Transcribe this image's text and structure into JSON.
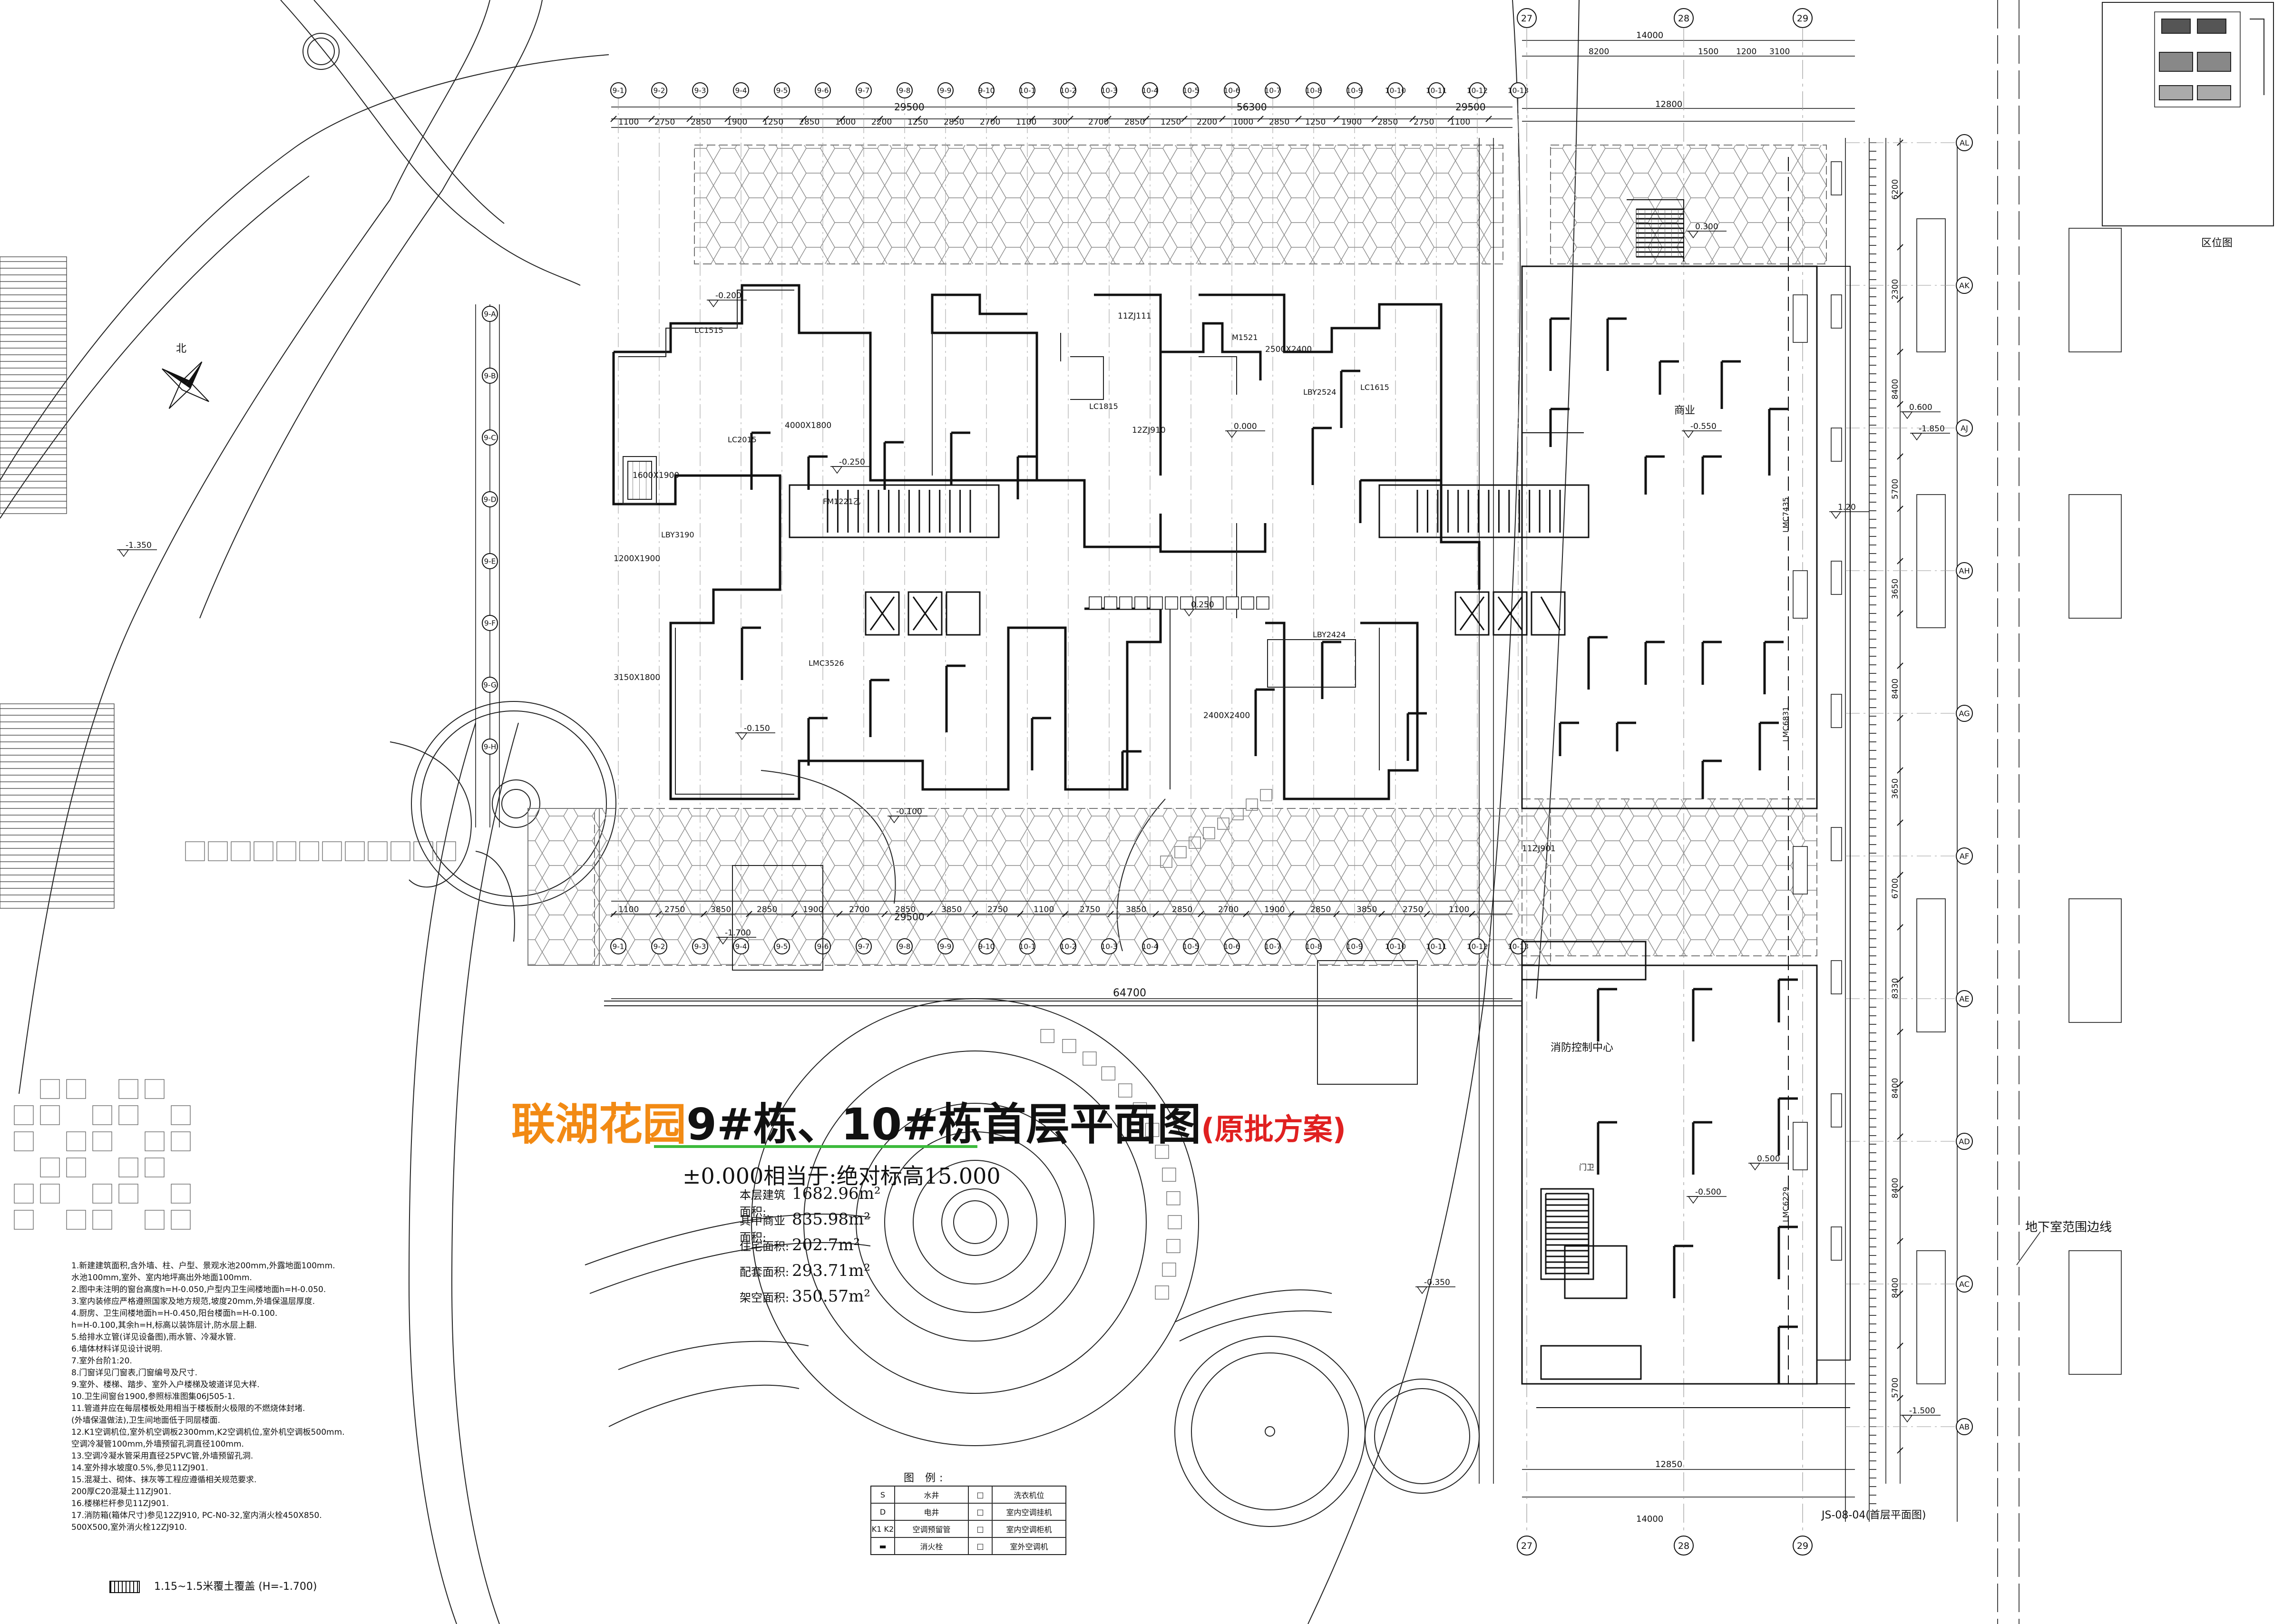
{
  "title": {
    "project": "联湖花园",
    "buildings": "9#栋、10#栋首层平面图",
    "status": "(原批方案)",
    "elevation_note": "±0.000相当于:绝对标高15.000"
  },
  "areas": [
    {
      "label": "本层建筑面积:",
      "value": "1682.96m²"
    },
    {
      "label": "其中商业面积:",
      "value": "835.98m²"
    },
    {
      "label": "住宅面积:",
      "value": "202.7m²"
    },
    {
      "label": "配套面积:",
      "value": "293.71m²"
    },
    {
      "label": "架空面积:",
      "value": "350.57m²"
    }
  ],
  "overall_dimensions": {
    "top_total": "56300",
    "top_left": "29500",
    "top_right": "29500",
    "bottom_total": "64700",
    "bottom_left": "29500",
    "right_top": "14000",
    "right_bottom": "14000",
    "right_sub_1": "12800",
    "right_sub_2": "12850"
  },
  "top_dims": [
    "1100",
    "2750",
    "2850",
    "1900",
    "1250",
    "2850",
    "1000",
    "2200",
    "1250",
    "2850",
    "2700",
    "1100",
    "300",
    "2700",
    "2850",
    "1250",
    "2200",
    "1000",
    "2850",
    "1250",
    "1900",
    "2850",
    "2750",
    "1100"
  ],
  "bottom_dims": [
    "1100",
    "2750",
    "3850",
    "2850",
    "1900",
    "2700",
    "2850",
    "3850",
    "2750",
    "1100",
    "2750",
    "3850",
    "2850",
    "2700",
    "1900",
    "2850",
    "3850",
    "2750",
    "1100"
  ],
  "right_dims": [
    "8200",
    "1500",
    "1200",
    "3100"
  ],
  "side_dims_right": [
    "6200",
    "2300",
    "8400",
    "5700",
    "3650",
    "8400",
    "3650",
    "6700",
    "8330",
    "8400",
    "8400",
    "8400",
    "5700"
  ],
  "grid_axes_top": [
    "27",
    "28",
    "29"
  ],
  "grid_axes_bottom": [
    "27",
    "28",
    "29"
  ],
  "grid_axes_right": [
    "AL",
    "AK",
    "AJ",
    "AH",
    "AG",
    "AF",
    "AE",
    "AD",
    "AC",
    "AB"
  ],
  "grid_axes_top_row": [
    "9-1",
    "9-2",
    "9-3",
    "9-4",
    "9-5",
    "9-6",
    "9-7",
    "9-8",
    "9-9",
    "9-10",
    "10-1",
    "10-2",
    "10-3",
    "10-4",
    "10-5",
    "10-6",
    "10-7",
    "10-8",
    "10-9",
    "10-10",
    "10-11",
    "10-12",
    "10-13"
  ],
  "grid_axes_left": [
    "9-A",
    "9-B",
    "9-C",
    "9-D",
    "9-E",
    "9-F",
    "9-G",
    "9-H"
  ],
  "room_labels": [
    {
      "text": "商业",
      "kind": "commercial"
    },
    {
      "text": "消防控制中心",
      "kind": "control"
    },
    {
      "text": "门卫",
      "kind": "guard"
    },
    {
      "text": "LC1515",
      "kind": "window"
    },
    {
      "text": "LC1815",
      "kind": "window"
    },
    {
      "text": "LC1615",
      "kind": "window"
    },
    {
      "text": "M1521",
      "kind": "door"
    },
    {
      "text": "LC2015",
      "kind": "window"
    },
    {
      "text": "LBY2424",
      "kind": "window"
    },
    {
      "text": "LBY2524",
      "kind": "window"
    },
    {
      "text": "FM1221乙",
      "kind": "door"
    },
    {
      "text": "LMC3526",
      "kind": "door"
    },
    {
      "text": "LBY3190",
      "kind": "window"
    },
    {
      "text": "LMC7435",
      "kind": "door"
    },
    {
      "text": "LMC6831",
      "kind": "door"
    },
    {
      "text": "LMC6229",
      "kind": "door"
    }
  ],
  "level_marks": [
    "-0.200",
    "-0.150",
    "-0.250",
    "0.000",
    "-0.100",
    "0.250",
    "0.300",
    "-0.550",
    "0.500",
    "-0.500",
    "-1.350",
    "-1.700",
    "0.600",
    "-1.850",
    "-0.350",
    "-1.500",
    "1.20"
  ],
  "callouts": [
    "1600X1900",
    "1200X1900",
    "4000X1800",
    "3150X1800",
    "2400X2400",
    "2500X2400",
    "11ZJ111",
    "11ZJ901",
    "12ZJ910"
  ],
  "notes": [
    "1.新建建筑面积,含外墙、柱、户型、景观水池200mm,外露地面100mm.",
    "  水池100mm,室外、室内地坪高出外地面100mm.",
    "2.图中未注明的窗台高度h=H-0.050,户型内卫生间楼地面h=H-0.050.",
    "3.室内装修应严格遵照国家及地方规范,坡度20mm,外墙保温层厚度.",
    "4.厨房、卫生间楼地面h=H-0.450,阳台楼面h=H-0.100.",
    "  h=H-0.100,其余h=H,标高以装饰层计,防水层上翻.",
    "5.给排水立管(详见设备图),雨水管、冷凝水管.",
    "6.墙体材料详见设计说明.",
    "7.室外台阶1:20.",
    "8.门窗详见门窗表,门窗编号及尺寸.",
    "9.室外、楼梯、踏步、室外入户楼梯及坡道详见大样.",
    "10.卫生间窗台1900,参照标准图集06J505-1.",
    "11.管道井应在每层楼板处用相当于楼板耐火极限的不燃烧体封堵.",
    "  (外墙保温做法),卫生间地面低于同层楼面.",
    "12.K1空调机位,室外机空调板2300mm,K2空调机位,室外机空调板500mm.",
    "  空调冷凝管100mm,外墙预留孔洞直径100mm.",
    "13.空调冷凝水管采用直径25PVC管,外墙预留孔洞.",
    "14.室外排水坡度0.5%,参见11ZJ901.",
    "15.混凝土、砌体、抹灰等工程应遵循相关规范要求.",
    "  200厚C20混凝土11ZJ901.",
    "16.楼梯栏杆参见11ZJ901.",
    "17.消防箱(箱体尺寸)参见12ZJ910, PC-N0-32,室内消火栓450X850.",
    "  500X500,室外消火栓12ZJ910."
  ],
  "bottom_note": "1.15~1.5米覆土覆盖 (H=-1.700)",
  "legend": {
    "title": "图 例:",
    "items": [
      {
        "sym": "S",
        "text": "水井"
      },
      {
        "sym": "□",
        "text": "洗衣机位"
      },
      {
        "sym": "D",
        "text": "电井"
      },
      {
        "sym": "□",
        "text": "室内空调挂机"
      },
      {
        "sym": "K1 K2",
        "text": "空调预留管"
      },
      {
        "sym": "□",
        "text": "室内空调柜机"
      },
      {
        "sym": "▬",
        "text": "消火栓"
      },
      {
        "sym": "□",
        "text": "室外空调机"
      }
    ]
  },
  "sheet_number": "JS-08-04",
  "sheet_note": "(首层平面图)",
  "keyplan_label": "区位图",
  "basement_label": "地下室范围边线",
  "colors": {
    "line": "#111111",
    "title_orange": "#f28a14",
    "title_red": "#e02020",
    "underline_green": "#3cba3c"
  }
}
